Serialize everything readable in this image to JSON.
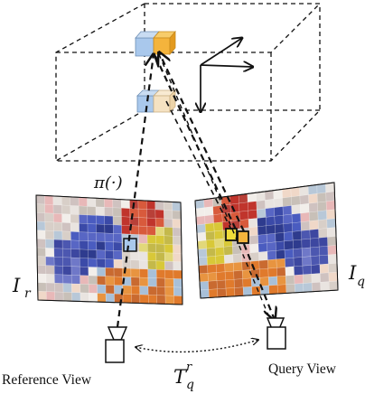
{
  "labels": {
    "projection": "π(·)",
    "ir_main": "I",
    "ir_sub": "r",
    "iq_main": "I",
    "iq_sub": "q",
    "t_main": "T",
    "t_sub": "q",
    "t_sup": "r",
    "reference_view": "Reference View",
    "query_view": "Query View"
  },
  "colors": {
    "blue_voxel": "#a9c8ec",
    "orange_voxel": "#f4b43c",
    "light_orange": "#f5e2c2",
    "stroke": "#111111",
    "dashed": "#111111"
  },
  "icons": [
    "camera-icon",
    "camera-icon",
    "axis-triad-icon",
    "double-arrow-icon"
  ]
}
